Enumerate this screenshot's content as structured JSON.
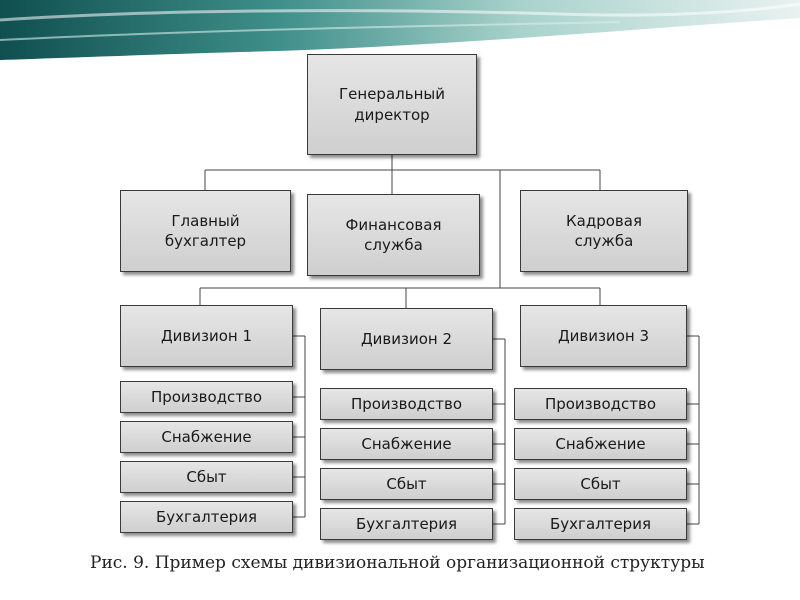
{
  "chart": {
    "root": {
      "label": "Генеральный\nдиректор"
    },
    "staff": [
      {
        "label": "Главный\nбухгалтер"
      },
      {
        "label": "Финансовая\nслужба"
      },
      {
        "label": "Кадровая\nслужба"
      }
    ],
    "divisions": [
      {
        "label": "Дивизион 1",
        "units": [
          "Производство",
          "Снабжение",
          "Сбыт",
          "Бухгалтерия"
        ]
      },
      {
        "label": "Дивизион 2",
        "units": [
          "Производство",
          "Снабжение",
          "Сбыт",
          "Бухгалтерия"
        ]
      },
      {
        "label": "Дивизион 3",
        "units": [
          "Производство",
          "Снабжение",
          "Сбыт",
          "Бухгалтерия"
        ]
      }
    ]
  },
  "caption": "Рис. 9. Пример схемы дивизиональной организационной структуры"
}
